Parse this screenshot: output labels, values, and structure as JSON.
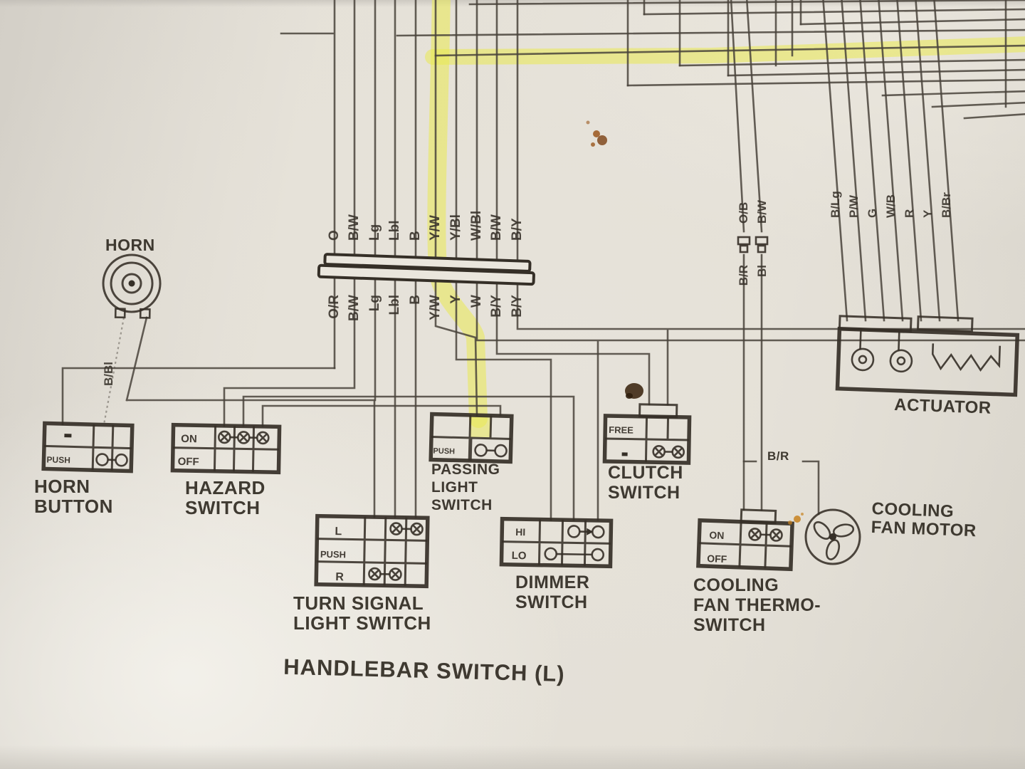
{
  "page": {
    "title": "HANDLEBAR SWITCH (L)"
  },
  "components": {
    "horn": {
      "label": "HORN",
      "wire_label": "B/Bl"
    },
    "horn_button": {
      "label_line1": "HORN",
      "label_line2": "BUTTON",
      "push": "PUSH"
    },
    "hazard_switch": {
      "label_line1": "HAZARD",
      "label_line2": "SWITCH",
      "on": "ON",
      "off": "OFF"
    },
    "passing_light_switch": {
      "label_line1": "PASSING",
      "label_line2": "LIGHT",
      "label_line3": "SWITCH",
      "push": "PUSH"
    },
    "clutch_switch": {
      "label_line1": "CLUTCH",
      "label_line2": "SWITCH",
      "free": "FREE"
    },
    "turn_signal_switch": {
      "label_line1": "TURN SIGNAL",
      "label_line2": "LIGHT SWITCH",
      "l": "L",
      "push": "PUSH",
      "r": "R"
    },
    "dimmer_switch": {
      "label_line1": "DIMMER",
      "label_line2": "SWITCH",
      "hi": "HI",
      "lo": "LO"
    },
    "cooling_fan_thermo_switch": {
      "label_line1": "COOLING",
      "label_line2": "FAN THERMO-",
      "label_line3": "SWITCH",
      "on": "ON",
      "off": "OFF"
    },
    "cooling_fan_motor": {
      "label_line1": "COOLING",
      "label_line2": "FAN MOTOR"
    },
    "actuator": {
      "label": "ACTUATOR",
      "wire_labels": [
        "B/Lg",
        "P/W",
        "G",
        "W/B",
        "R",
        "Y",
        "B/Br"
      ]
    }
  },
  "connector": {
    "top_labels": [
      "O",
      "B/W",
      "Lg",
      "Lbl",
      "B",
      "Y/W",
      "Y/Bl",
      "W/Bl",
      "B/W",
      "B/Y"
    ],
    "bottom_labels": [
      "O/R",
      "B/W",
      "Lg",
      "Lbl",
      "B",
      "Y/W",
      "Y",
      "W",
      "B/Y",
      "B/Y"
    ]
  },
  "inline_connector": {
    "top_labels": [
      "O/B",
      "B/W"
    ],
    "bottom_labels": [
      "B/R",
      "Bl"
    ]
  },
  "wire_labels": {
    "fan": "B/R"
  },
  "colors": {
    "ink": "#49433b",
    "paper": "#e3dfd6",
    "highlight": "#eae952"
  }
}
